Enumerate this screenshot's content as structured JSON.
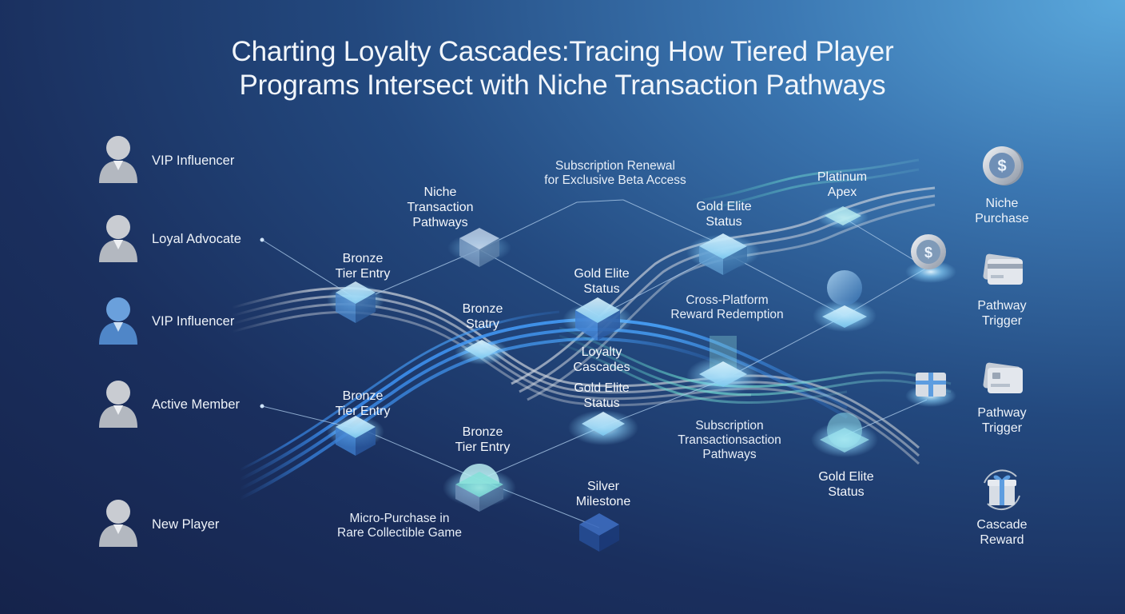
{
  "title": {
    "line1": "Charting Loyalty Cascades:Tracing How Tiered Player",
    "line2": "Programs Intersect with Niche Transaction Pathways"
  },
  "personas": [
    {
      "label": "VIP Influencer",
      "icon": "user-icon",
      "color": "#c9ccd2"
    },
    {
      "label": "Loyal Advocate",
      "icon": "user-icon",
      "color": "#c9ccd2"
    },
    {
      "label": "VIP Influencer",
      "icon": "user-icon",
      "color": "#6aa0dc"
    },
    {
      "label": "Active Member",
      "icon": "user-icon",
      "color": "#c9ccd2"
    },
    {
      "label": "New Player",
      "icon": "user-icon",
      "color": "#c9ccd2"
    }
  ],
  "outcomes": [
    {
      "line1": "Niche",
      "line2": "Purchase",
      "icon": "dollar-coin-icon"
    },
    {
      "line1": "Pathway",
      "line2": "Trigger",
      "icon": "card-icon"
    },
    {
      "line1": "Pathway",
      "line2": "Trigger",
      "icon": "card-icon"
    },
    {
      "line1": "Cascade",
      "line2": "Reward",
      "icon": "gift-icon"
    }
  ],
  "nodes": {
    "bronze_tier_entry_top": {
      "line1": "Bronze",
      "line2": "Tier Entry"
    },
    "niche_transaction_pathways": {
      "line1": "Niche",
      "line2": "Transaction",
      "line3": "Pathways"
    },
    "bronze_statry": {
      "line1": "Bronze",
      "line2": "Statry"
    },
    "gold_elite_status_center": {
      "line1": "Gold Elite",
      "line2": "Status"
    },
    "loyalty_cascades": {
      "line1": "Loyalty",
      "line2": "Cascades"
    },
    "gold_elite_status_lower": {
      "line1": "Gold Elite",
      "line2": "Status"
    },
    "bronze_tier_entry_bottom": {
      "line1": "Bronze",
      "line2": "Tier Entry"
    },
    "bronze_tier_entry_low": {
      "line1": "Bronze",
      "line2": "Tier Entry"
    },
    "silver_milestone": {
      "line1": "Silver",
      "line2": "Milestone"
    },
    "gold_elite_status_upper": {
      "line1": "Gold Elite",
      "line2": "Status"
    },
    "platinum_apex": {
      "line1": "Platinum",
      "line2": "Apex"
    },
    "gold_elite_status_right": {
      "line1": "Gold Elite",
      "line2": "Status"
    }
  },
  "annotations": {
    "subscription_renewal": {
      "line1": "Subscription Renewal",
      "line2": "for Exclusive Beta Access"
    },
    "cross_platform": {
      "line1": "Cross-Platform",
      "line2": "Reward Redemption"
    },
    "subscription_transaction": {
      "line1": "Subscription",
      "line2": "Transactionsaction",
      "line3": "Pathways"
    },
    "micro_purchase": {
      "line1": "Micro-Purchase in",
      "line2": "Rare Collectible Game"
    }
  },
  "colors": {
    "background_top_right": "#5aa8dc",
    "background_bottom_left": "#15234b",
    "flow_silver": "#d9dde3",
    "flow_blue": "#3a8df0",
    "flow_teal": "#5fd3c8",
    "node_glow": "#8fd8ff"
  }
}
